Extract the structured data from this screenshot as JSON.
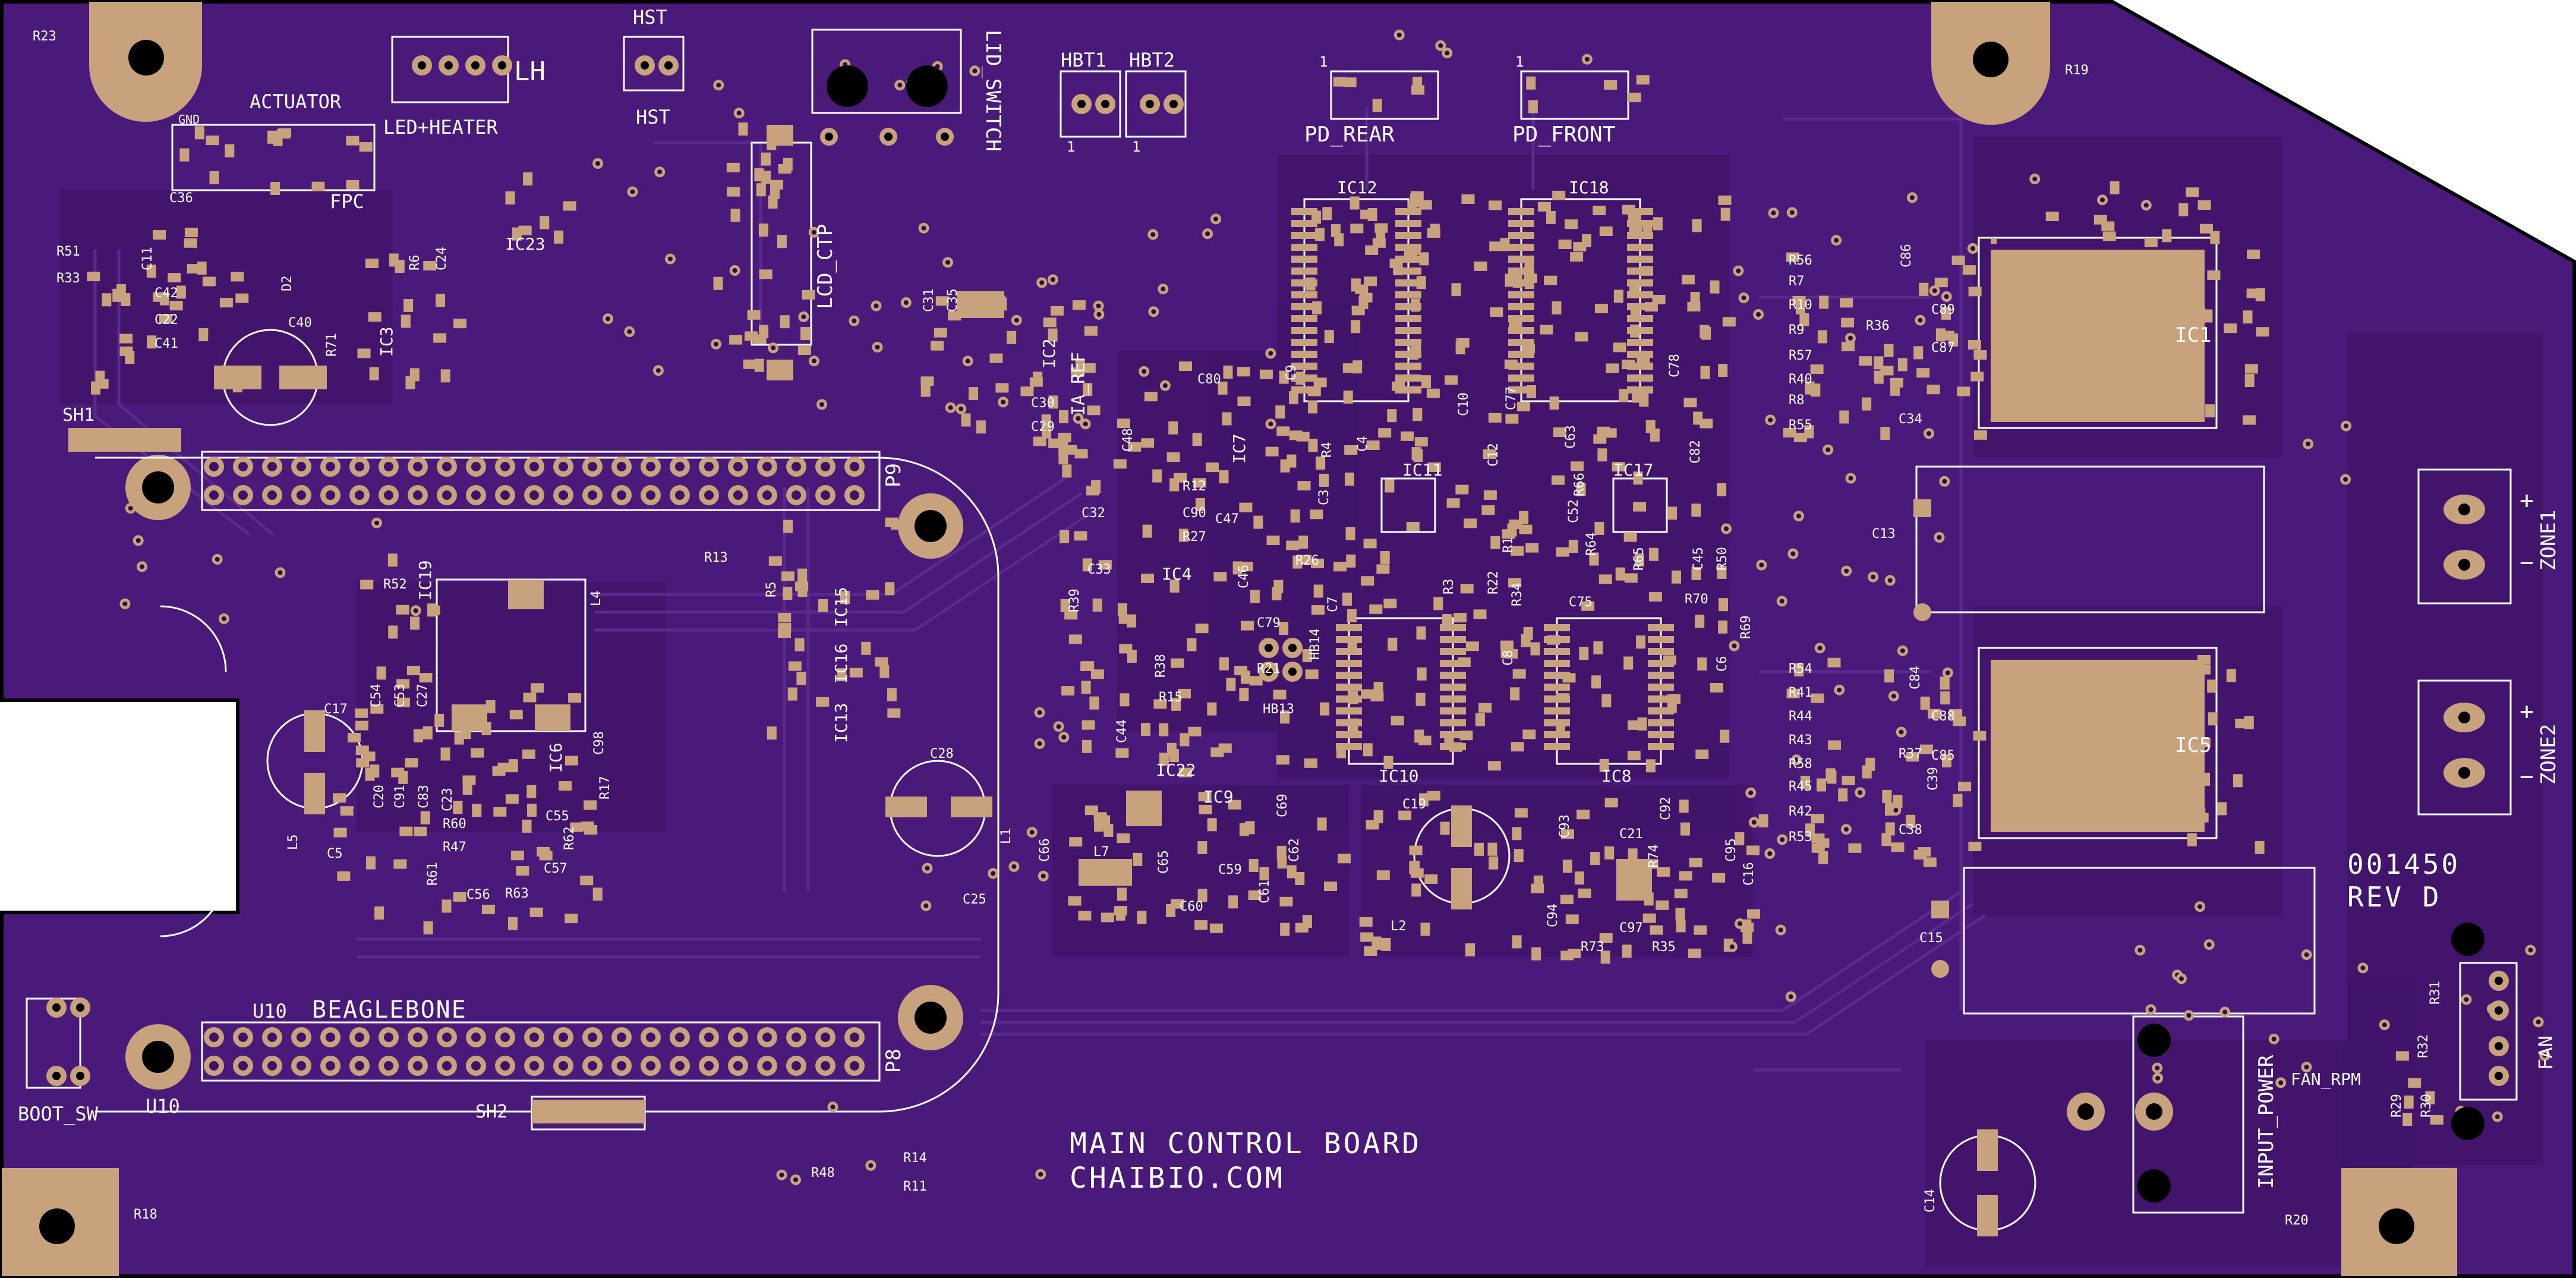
{
  "colors": {
    "board": "#4a1a7a",
    "board_dark": "#3e1266",
    "trace": "#5a2a8f",
    "copper": "#c8a27c",
    "silk": "#ffffff",
    "hole": "#000000",
    "outline": "#000000"
  },
  "board": {
    "title": "MAIN CONTROL BOARD",
    "subtitle": "CHAIBIO.COM",
    "part_number": "001450",
    "revision": "REV D"
  },
  "connectors": {
    "lh": "LH",
    "hst_top": "HST",
    "hst_bottom": "HST",
    "lid_switch": "LID_SWITCH",
    "hbt1": "HBT1",
    "hbt2": "HBT2",
    "pd_rear": "PD_REAR",
    "pd_front": "PD_FRONT",
    "actuator": "ACTUATOR",
    "led_heater": "LED+HEATER",
    "fpc": "FPC",
    "gnd": "GND",
    "lcd_ctp": "LCD_CTP",
    "ia_ref": "IA_REF",
    "zone1": "ZONE1",
    "zone2": "ZONE2",
    "fan": "FAN",
    "fan_rpm": "FAN_RPM",
    "input_power": "INPUT_POWER",
    "boot_sw": "BOOT_SW",
    "beaglebone": "BEAGLEBONE",
    "u10_top": "U10",
    "u10_bottom": "U10",
    "p9": "P9",
    "p8": "P8",
    "sh1": "SH1",
    "sh2": "SH2",
    "pin1": "1",
    "plus": "+",
    "minus": "−"
  },
  "ics": [
    "IC1",
    "IC2",
    "IC3",
    "IC4",
    "IC5",
    "IC6",
    "IC7",
    "IC8",
    "IC9",
    "IC10",
    "IC11",
    "IC12",
    "IC13",
    "IC15",
    "IC16",
    "IC17",
    "IC18",
    "IC19",
    "IC22",
    "IC23"
  ],
  "designators": {
    "r23": "R23",
    "r19": "R19",
    "r18": "R18",
    "r20": "R20",
    "r51": "R51",
    "r33": "R33",
    "r6": "R6",
    "r71": "R71",
    "r13": "R13",
    "r52": "R52",
    "r5": "R5",
    "r48": "R48",
    "r14": "R14",
    "r11": "R11",
    "r4": "R4",
    "r12": "R12",
    "r27": "R27",
    "r26": "R26",
    "r39": "R39",
    "r38": "R38",
    "r15": "R15",
    "r21": "R21",
    "r3": "R3",
    "r1": "R1",
    "r22": "R22",
    "r34": "R34",
    "r65": "R65",
    "r50": "R50",
    "r70": "R70",
    "r69": "R69",
    "r64": "R64",
    "r66": "R66",
    "r56": "R56",
    "r7": "R7",
    "r10": "R10",
    "r9": "R9",
    "r57": "R57",
    "r40": "R40",
    "r8": "R8",
    "r55": "R55",
    "r36": "R36",
    "r54": "R54",
    "r41": "R41",
    "r44": "R44",
    "r43": "R43",
    "r58": "R58",
    "r45": "R45",
    "r42": "R42",
    "r53": "R53",
    "r37": "R37",
    "r31": "R31",
    "r32": "R32",
    "r29": "R29",
    "r30": "R30",
    "r35": "R35",
    "r73": "R73",
    "r74": "R74",
    "r47": "R47",
    "r60": "R60",
    "r61": "R61",
    "r62": "R62",
    "r63": "R63",
    "r17": "R17",
    "c36": "C36",
    "c11": "C11",
    "c42": "C42",
    "c22": "C22",
    "c41": "C41",
    "c40": "C40",
    "c24": "C24",
    "c31": "C31",
    "c35": "C35",
    "c30": "C30",
    "c29": "C29",
    "c80": "C80",
    "c48": "C48",
    "c32": "C32",
    "c33": "C33",
    "c90": "C90",
    "c47": "C47",
    "c46": "C46",
    "c79": "C79",
    "c44": "C44",
    "c9": "C9",
    "c10": "C10",
    "c77": "C77",
    "c78": "C78",
    "c3": "C3",
    "c4": "C4",
    "c12": "C12",
    "c63": "C63",
    "c82": "C82",
    "c52": "C52",
    "c45": "C45",
    "c75": "C75",
    "c7": "C7",
    "c8": "C8",
    "c6": "C6",
    "c86": "C86",
    "c89": "C89",
    "c87": "C87",
    "c34": "C34",
    "c13": "C13",
    "c84": "C84",
    "c88": "C88",
    "c85": "C85",
    "c38": "C38",
    "c39": "C39",
    "c15": "C15",
    "c14": "C14",
    "c17": "C17",
    "c54": "C54",
    "c53": "C53",
    "c27": "C27",
    "c20": "C20",
    "c91": "C91",
    "c83": "C83",
    "c23": "C23",
    "c98": "C98",
    "c55": "C55",
    "c57": "C57",
    "c56": "C56",
    "c5": "C5",
    "c28": "C28",
    "c25": "C25",
    "c66": "C66",
    "c65": "C65",
    "c59": "C59",
    "c69": "C69",
    "c62": "C62",
    "c60": "C60",
    "c61": "C61",
    "c19": "C19",
    "c21": "C21",
    "c92": "C92",
    "c93": "C93",
    "c16": "C16",
    "c95": "C95",
    "c97": "C97",
    "c94": "C94",
    "l4": "L4",
    "l5": "L5",
    "l7": "L7",
    "l1": "L1",
    "l2": "L2",
    "d2": "D2",
    "hb14": "HB14",
    "hb13": "HB13"
  }
}
